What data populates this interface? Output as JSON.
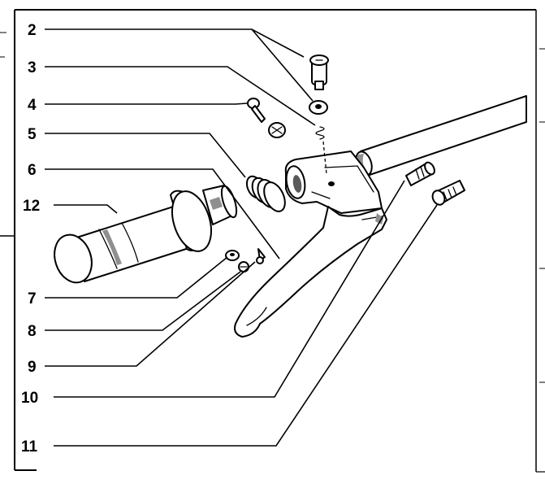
{
  "callouts": {
    "c2": "2",
    "c3": "3",
    "c4": "4",
    "c5": "5",
    "c6": "6",
    "c12": "12",
    "c7": "7",
    "c8": "8",
    "c9": "9",
    "c10": "10",
    "c11": "11"
  }
}
